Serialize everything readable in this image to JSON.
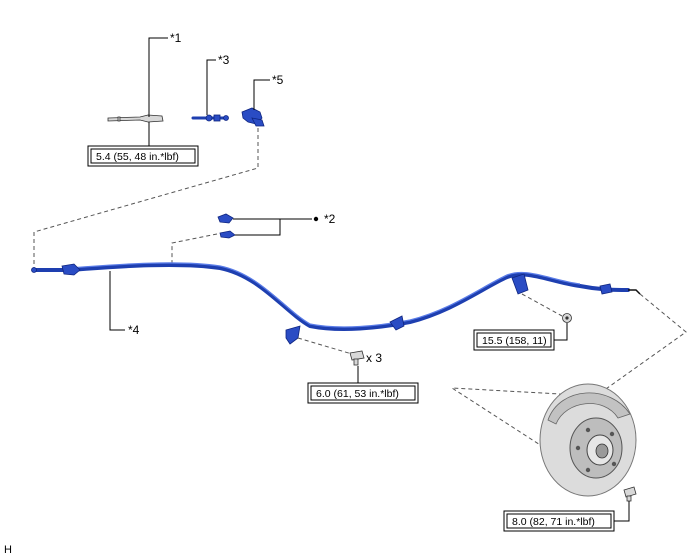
{
  "callouts": {
    "c1": "*1",
    "c2": "*2",
    "c3": "*3",
    "c4": "*4",
    "c5": "*5"
  },
  "quantity": "x 3",
  "torques": {
    "t1": "5.4 (55, 48 in.*lbf)",
    "t2": "15.5 (158, 11)",
    "t3": "6.0 (61, 53 in.*lbf)",
    "t4": "8.0 (82, 71 in.*lbf)"
  },
  "footer": "H",
  "colors": {
    "cable": "#1e3fb0",
    "part": "#2a4cc4",
    "disc": "#d0d0d0"
  }
}
